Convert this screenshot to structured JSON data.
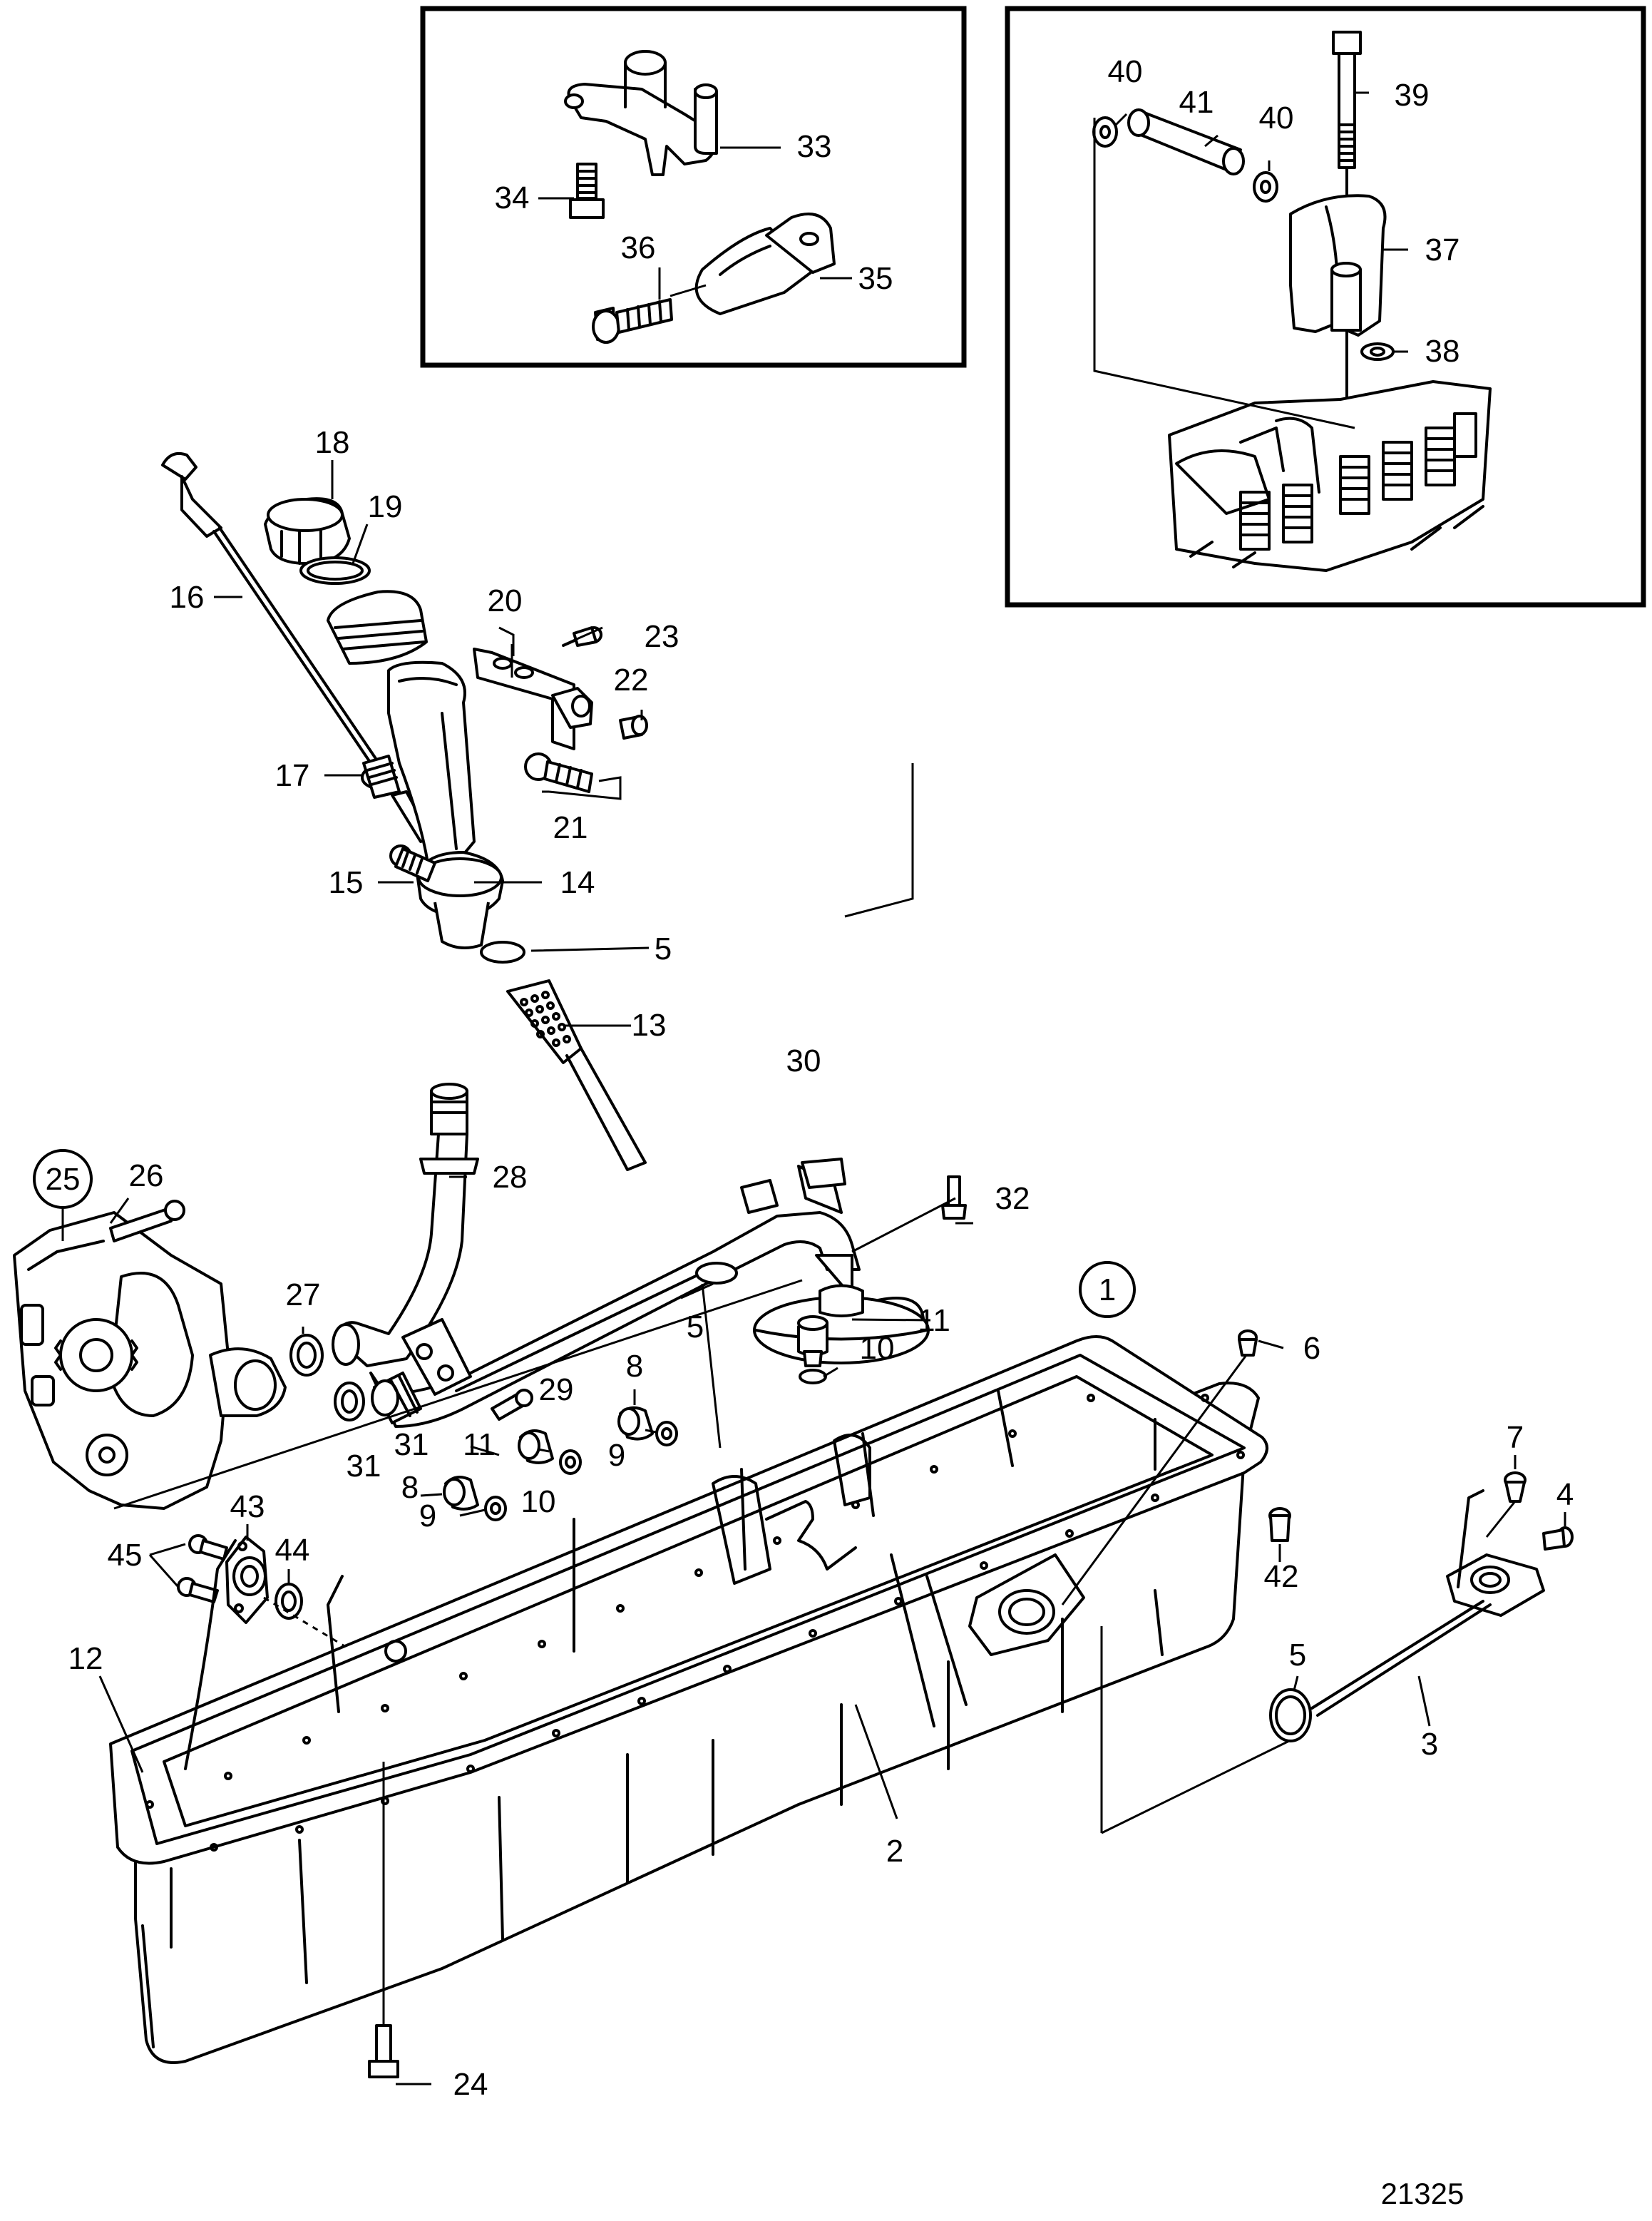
{
  "diagram": {
    "drawing_number": "21325",
    "callouts": {
      "c1": "1",
      "c2": "2",
      "c3": "3",
      "c4": "4",
      "c5a": "5",
      "c5b": "5",
      "c5c": "5",
      "c6": "6",
      "c7": "7",
      "c8a": "8",
      "c8b": "8",
      "c9a": "9",
      "c9b": "9",
      "c10a": "10",
      "c10b": "10",
      "c11a": "11",
      "c11b": "11",
      "c12": "12",
      "c13": "13",
      "c14": "14",
      "c15": "15",
      "c16": "16",
      "c17": "17",
      "c18": "18",
      "c19": "19",
      "c20": "20",
      "c21": "21",
      "c22": "22",
      "c23": "23",
      "c24": "24",
      "c25": "25",
      "c26": "26",
      "c27": "27",
      "c28": "28",
      "c29": "29",
      "c30": "30",
      "c31a": "31",
      "c31b": "31",
      "c32": "32",
      "c33": "33",
      "c34": "34",
      "c35": "35",
      "c36": "36",
      "c37": "37",
      "c38": "38",
      "c39": "39",
      "c40a": "40",
      "c40b": "40",
      "c41": "41",
      "c42": "42",
      "c43": "43",
      "c44": "44",
      "c45": "45"
    }
  }
}
